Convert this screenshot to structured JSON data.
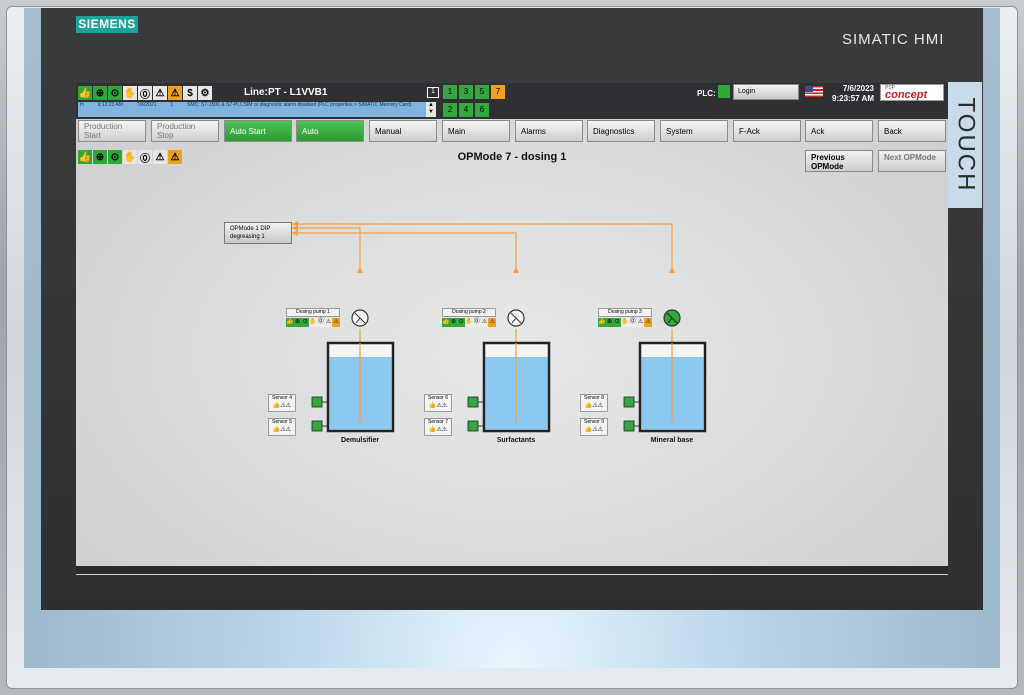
{
  "device": {
    "brand": "SIEMENS",
    "model": "SIMATIC HMI",
    "touch": "TOUCH"
  },
  "header": {
    "line_label": "Line:",
    "line_value": "PT - L1VVB1",
    "alarm": {
      "marker": "H",
      "time": "9:13:23 AM",
      "date": "7/6/2021",
      "num": "1",
      "text": "SMC: S7-1500 & S7-PLCSIM or diagnostic alarm disabled (PLC properties > SIMATIC Memory Card)"
    },
    "monitor_num": "1",
    "screens_top": [
      "1",
      "3",
      "5",
      "7"
    ],
    "screens_bottom": [
      "2",
      "4",
      "6"
    ],
    "plc_label": "PLC:",
    "login": "Login",
    "date": "7/6/2023",
    "time": "9:23:57 AM",
    "logo_small": "PSP",
    "logo_big": "concept"
  },
  "nav": [
    {
      "label": "Production Start",
      "style": "dim"
    },
    {
      "label": "Production Stop",
      "style": "dim"
    },
    {
      "label": "Auto Start",
      "style": "g"
    },
    {
      "label": "Auto",
      "style": "g"
    },
    {
      "label": "Manual",
      "style": ""
    },
    {
      "label": "Main",
      "style": ""
    },
    {
      "label": "Alarms",
      "style": ""
    },
    {
      "label": "Diagnostics",
      "style": ""
    },
    {
      "label": "System",
      "style": ""
    },
    {
      "label": "F-Ack",
      "style": ""
    },
    {
      "label": "Ack",
      "style": ""
    },
    {
      "label": "Back",
      "style": ""
    }
  ],
  "content": {
    "title": "OPMode 7 - dosing 1",
    "prev": "Previous OPMode",
    "next": "Next OPMode",
    "mode_box": "OPMode 1 DIP degreasing 1",
    "pumps": [
      "Dosing pump 1",
      "Dosing pump 2",
      "Dosing pump 3"
    ],
    "sensors": [
      "Sensor 4",
      "Sensor 5",
      "Sensor 6",
      "Sensor 7",
      "Sensor 8",
      "Sensor 9"
    ],
    "tanks": [
      "Demulsifier",
      "Surfactants",
      "Mineral base"
    ]
  },
  "colors": {
    "active_green": "#2fa83a",
    "warning_orange": "#f0a020",
    "pipe": "#f5a03c",
    "liquid": "#8cc8f0"
  }
}
